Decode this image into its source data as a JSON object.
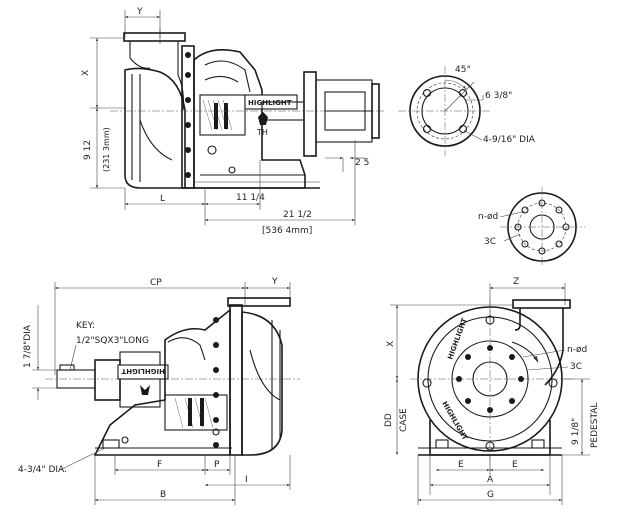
{
  "brand": {
    "top_plate": "HIGHLIGHT",
    "bottom_plate": "HIGHLIGHT",
    "front_rim_top": "HIGHLIGHT",
    "front_rim_bottom": "HIGHLIGHT"
  },
  "top_side_view": {
    "dim_y": "Y",
    "dim_x": "X",
    "dim_height": "9 12",
    "dim_height_mm": "(231 3mm)",
    "dim_l": "L",
    "dim_11_1_4": "11 1/4",
    "dim_21_1_2": "21 1/2",
    "dim_536_mm": "[536 4mm]",
    "dim_2_5": "2 5"
  },
  "flange_view": {
    "angle": "45°",
    "bolt_circle": "6 3/8\"",
    "holes": "4-9/16\" DIA"
  },
  "outlet_flange_view": {
    "holes": "n-ød",
    "bolt_circle": "3C"
  },
  "bottom_side_view": {
    "dim_cp": "CP",
    "dim_y": "Y",
    "shaft_dia": "1 7/8\"DIA",
    "key_label": "KEY:",
    "key_size": "1/2\"SQX3\"LONG",
    "base_holes": "4-3/4\" DIA.",
    "dim_f": "F",
    "dim_p": "P",
    "dim_i": "I",
    "dim_b": "B"
  },
  "front_view": {
    "dim_z": "Z",
    "dim_x": "X",
    "dim_dd": "DD",
    "dim_case": "CASE",
    "holes": "n-ød",
    "bolt_circle": "3C",
    "pedestal_height": "9 1/8\"",
    "pedestal_label": "PEDESTAL",
    "dim_e_left": "E",
    "dim_e_right": "E",
    "dim_a": "A",
    "dim_g": "G"
  }
}
